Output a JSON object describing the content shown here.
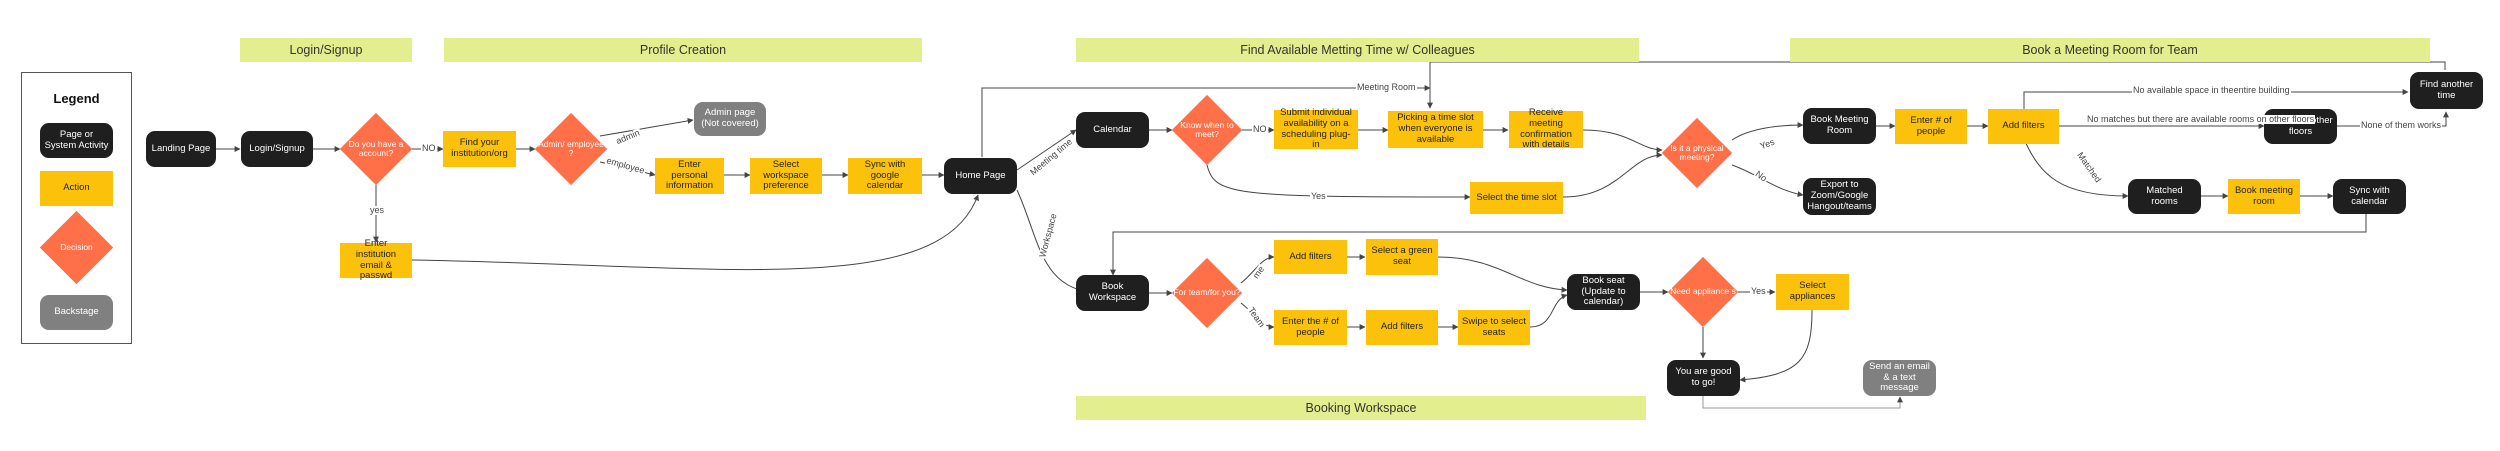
{
  "sections": {
    "login_signup": "Login/Signup",
    "profile_creation": "Profile Creation",
    "find_time": "Find Available Metting Time w/ Colleagues",
    "book_room": "Book a Meeting Room for Team",
    "booking_workspace": "Booking Workspace"
  },
  "legend": {
    "title": "Legend",
    "page": "Page or System Activity",
    "action": "Action",
    "decision": "Decision",
    "backstage": "Backstage"
  },
  "nodes": {
    "landing": "Landing Page",
    "login": "Login/Signup",
    "have_account": "Do you have a account?",
    "find_institution": "Find your institution/org",
    "admin_employee": "Admin/ employee ?",
    "admin_page": "Admin page (Not covered)",
    "enter_personal": "Enter personal information",
    "select_workspace_pref": "Select workspace preference",
    "sync_google": "Sync with google calendar",
    "enter_institution_email": "Enter institution email & passwd",
    "home": "Home Page",
    "calendar": "Calendar",
    "know_when": "Know when to meet?",
    "submit_availability": "Submit individual availability on a scheduling plug-in",
    "picking_slot": "Picking a time slot when everyone is available",
    "receive_confirmation": "Receive meeting confirmation with details",
    "physical_meeting": "Is it a physical meeting?",
    "select_time_slot": "Select the time slot",
    "book_meeting_room": "Book Meeting Room",
    "export_zoom": "Export to Zoom/Google Hangout/teams",
    "enter_people": "Enter # of people",
    "add_filters_room": "Add filters",
    "rooms_other_floors": "Rooms in other floors",
    "find_another_time": "Find another time",
    "matched_rooms": "Matched rooms",
    "book_meeting_room_action": "Book meeting room",
    "sync_calendar": "Sync with calendar",
    "book_workspace": "Book Workspace",
    "for_team": "For team/for you?",
    "add_filters_ws": "Add filters",
    "select_green_seat": "Select a green seat",
    "enter_num_people_ws": "Enter the # of people",
    "add_filters_ws2": "Add filters",
    "swipe_seats": "Swipe to select seats",
    "book_seat": "Book seat (Update to calendar)",
    "need_appliances": "Need appliance s",
    "select_appliances": "Select appliances",
    "good_to_go": "You are good to go!",
    "send_email": "Send an email & a text message"
  },
  "edge_labels": {
    "no": "NO",
    "yes": "yes",
    "admin": "admin",
    "employee": "employee",
    "meeting_room_top": "Meeting Room",
    "meeting_time": "Meeting time",
    "workspace": "Workspace",
    "no2": "NO",
    "yes2": "Yes",
    "yes3": "Yes",
    "no3": "No",
    "no_space": "No available space in theentire building",
    "no_matches": "No matches but there are available rooms on other floors",
    "none_work": "None of them works",
    "matched": "Matched",
    "me": "me",
    "team": "Team",
    "yes4": "Yes"
  }
}
